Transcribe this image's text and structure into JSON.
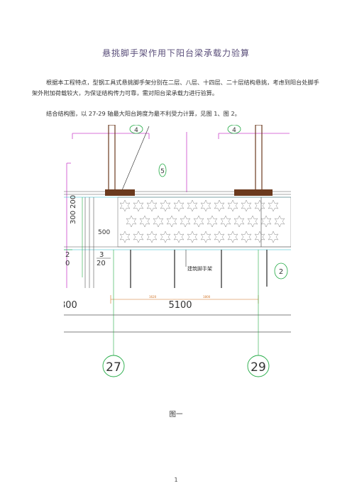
{
  "document": {
    "title": "悬挑脚手架作用下阳台梁承载力验算",
    "paragraphs": [
      "根据本工程特点，型钢工具式悬挑脚手架分别在二层、八层、十四层、二十层结构悬挑，考虑到阳台处脚手架外附加荷载较大，为保证结构传力可靠，需对阳台梁承载力进行验算。",
      "结合结构图，以 27-29 轴最大阳台跨度为最不利受力计算，见图 1、图 2。"
    ],
    "figure_caption": "图一",
    "page_number": "1"
  },
  "drawing": {
    "labels": {
      "tag_4_left": "4",
      "tag_4_right": "4",
      "tag_5": "5",
      "dim_300": "300",
      "dim_200": "200",
      "dim_500": "500",
      "tag_2": "2",
      "tag_0": "0",
      "tag_3": "3",
      "tag_20": "20",
      "tag_2_right": "2",
      "annotation": "建筑脚手架",
      "dim_left": "800",
      "dim_total": "5100",
      "dim_seg_1": "1620",
      "dim_seg_2": "1800",
      "axis_left": "27",
      "axis_right": "29"
    },
    "colors": {
      "brown": "#6b3a1e",
      "magenta": "#cc44cc",
      "green": "#22aa44",
      "cyan": "#22b8c8",
      "gray": "#555555",
      "orange": "#d07020"
    }
  }
}
